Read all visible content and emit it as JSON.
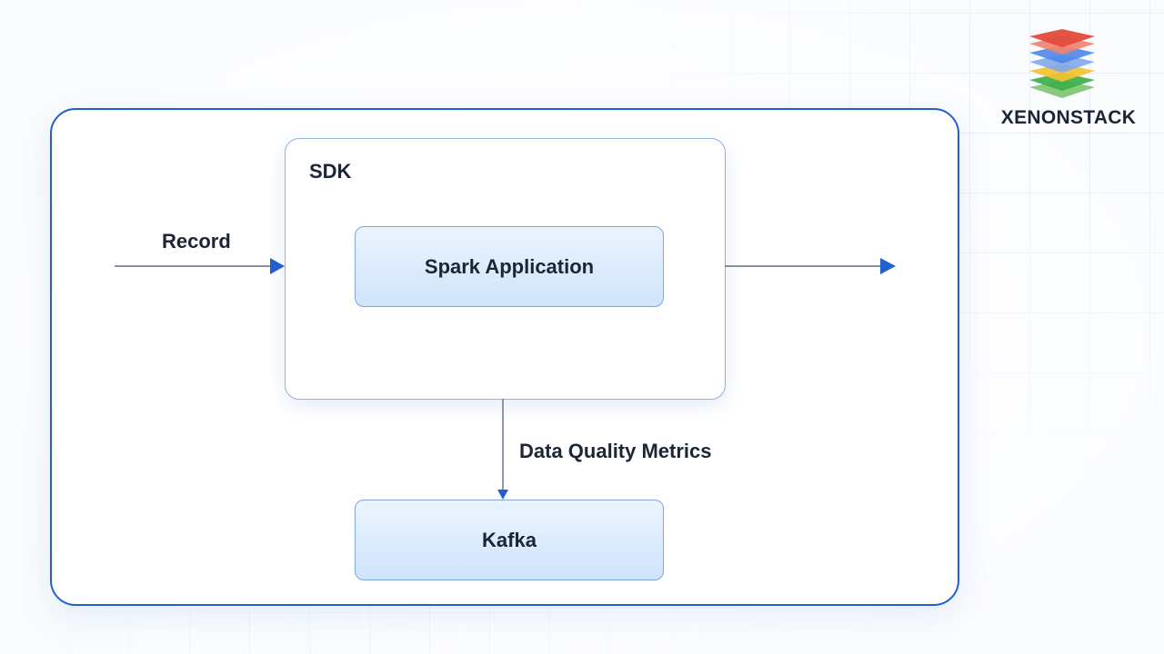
{
  "diagram": {
    "container_label": "SDK",
    "nodes": {
      "spark": "Spark Application",
      "kafka": "Kafka"
    },
    "edges": {
      "input_label": "Record",
      "metrics_label": "Data Quality Metrics"
    }
  },
  "brand": {
    "name": "XENONSTACK",
    "logo_icon": "stacked-layers-logo-icon",
    "layer_colors": [
      "#e24b3b",
      "#4f86e8",
      "#f2c230",
      "#3fae4a"
    ]
  },
  "colors": {
    "frame": "#2161cf",
    "arrow": "#2161cf",
    "node_fill": "#d6e8fb",
    "text": "#1b2535"
  }
}
